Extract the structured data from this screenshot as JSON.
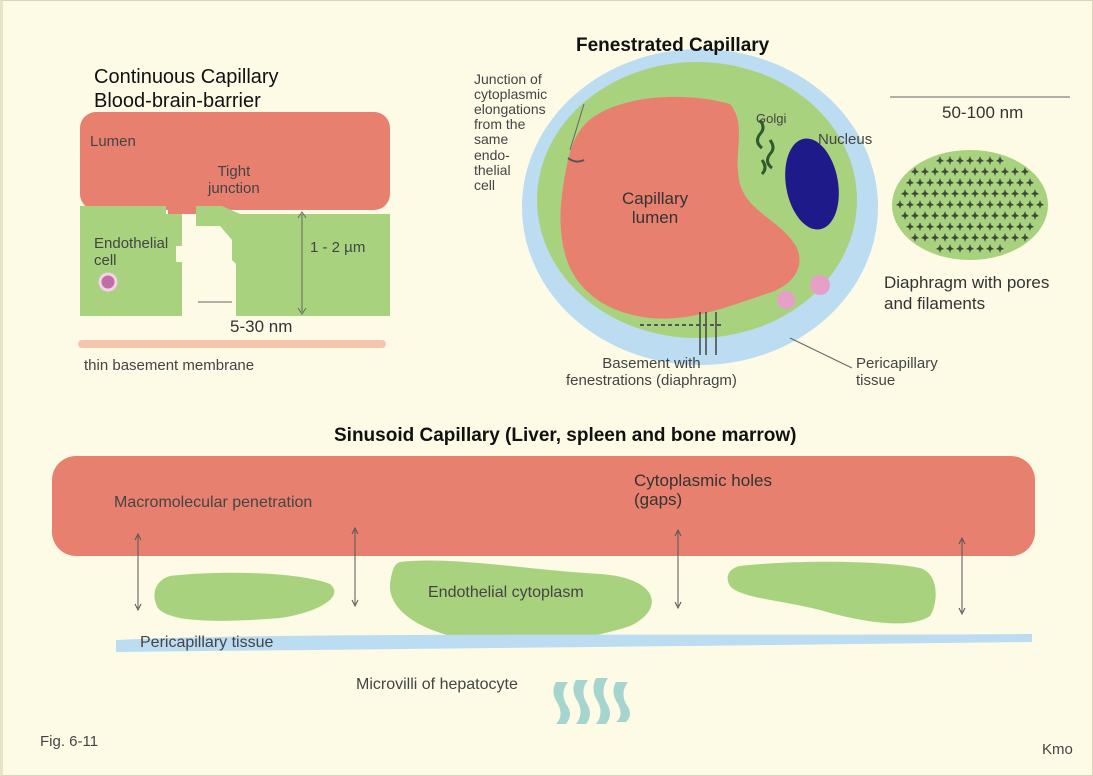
{
  "continuous": {
    "title_line1": "Continuous Capillary",
    "title_line2": "Blood-brain-barrier",
    "lumen": "Lumen",
    "tight_junction": "Tight\njunction",
    "endothelial_cell": "Endothelial\ncell",
    "thickness": "1 - 2 µm",
    "gap": "5-30 nm",
    "basement": "thin basement membrane"
  },
  "fenestrated": {
    "title": "Fenestrated Capillary",
    "junction": "Junction of\ncytoplasmic\nelongations\nfrom the\nsame\nendo-\nthelial\ncell",
    "golgi": "Golgi",
    "nucleus": "Nucleus",
    "lumen": "Capillary\nlumen",
    "basement": "Basement with\nfenestrations (diaphragm)",
    "pericapillary": "Pericapillary\ntissue",
    "scale": "50-100 nm",
    "diaphragm": "Diaphragm with pores\nand filaments"
  },
  "sinusoid": {
    "title": "Sinusoid Capillary (Liver, spleen and bone marrow)",
    "macromolecular": "Macromolecular penetration",
    "holes": "Cytoplasmic holes\n(gaps)",
    "cytoplasm": "Endothelial cytoplasm",
    "pericapillary": "Pericapillary tissue",
    "microvilli": "Microvilli of hepatocyte"
  },
  "footer": {
    "fig": "Fig. 6-11",
    "author": "Kmo"
  },
  "colors": {
    "lumen": "#e8806f",
    "cytoplasm": "#a9d27f",
    "nucleus": "#1f1a8a",
    "tissue": "#bcdcf2",
    "pink": "#e6a0c8",
    "microvilli": "#a6d4cf"
  }
}
